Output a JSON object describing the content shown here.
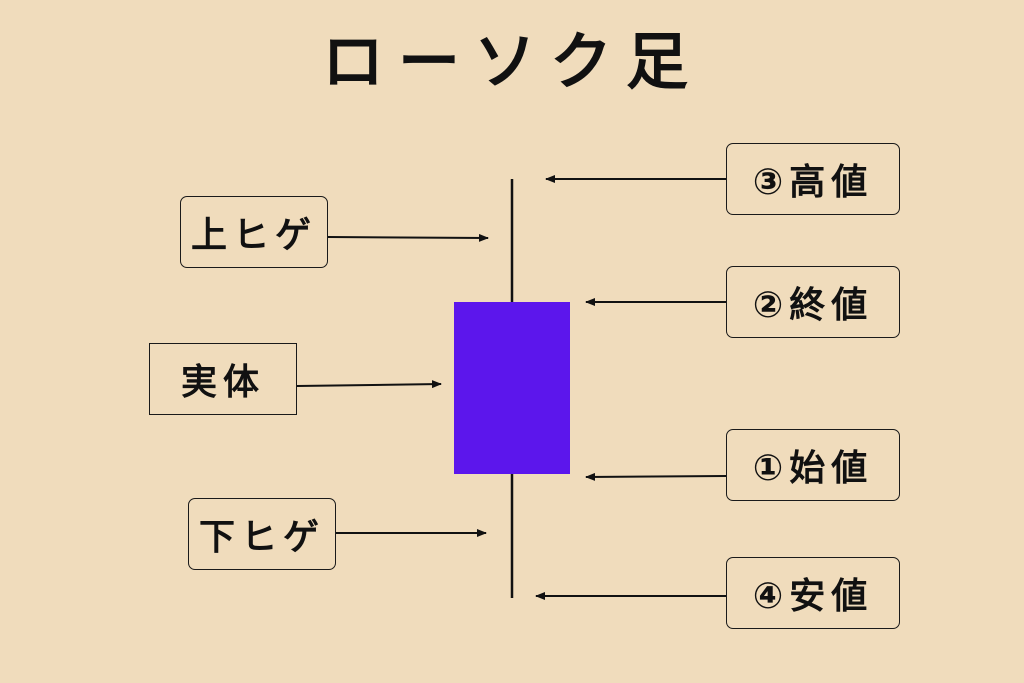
{
  "title": "ローソク足",
  "labels": {
    "upper_wick": "上ヒゲ",
    "body": "実体",
    "lower_wick": "下ヒゲ",
    "high": "③高値",
    "close": "②終値",
    "open": "①始値",
    "low": "④安値"
  },
  "colors": {
    "background": "#f0dcbc",
    "candle_body": "#5c16ec",
    "line": "#111111"
  }
}
